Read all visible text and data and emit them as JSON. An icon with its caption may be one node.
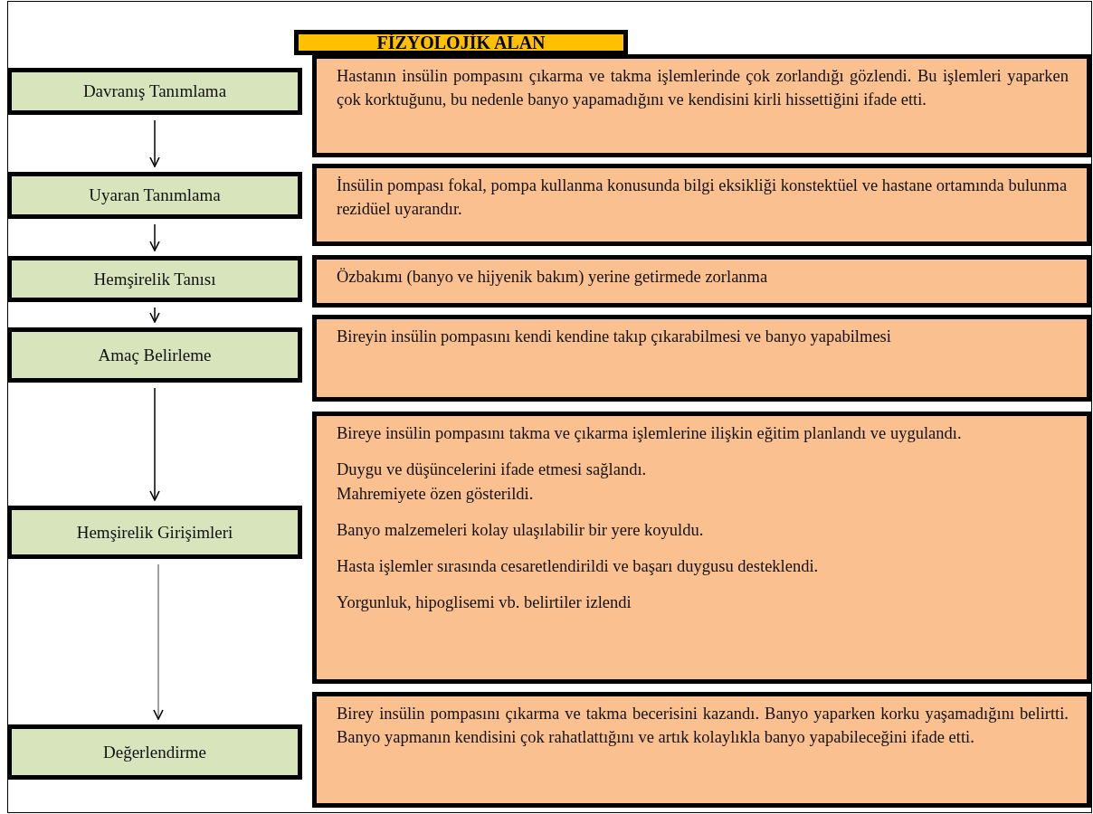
{
  "diagram": {
    "nodes": [
      {
        "text": [
          "FİZYOLOJİK ALAN"
        ]
      },
      {
        "text": [
          "Davranış Tanımlama"
        ]
      },
      {
        "text": [
          "Hastanın insülin pompasını çıkarma ve takma işlemlerinde çok zorlandığı gözlendi. Bu işlemleri yaparken çok korktuğunu, bu nedenle banyo yapamadığını ve kendisini kirli hissettiğini ifade etti."
        ]
      },
      {
        "text": [
          "Uyaran Tanımlama"
        ]
      },
      {
        "text": [
          "İnsülin pompası fokal, pompa kullanma konusunda bilgi eksikliği konstektüel ve hastane ortamında bulunma rezidüel uyarandır."
        ]
      },
      {
        "text": [
          "Hemşirelik Tanısı"
        ]
      },
      {
        "text": [
          "Özbakımı (banyo ve hijyenik bakım) yerine getirmede zorlanma"
        ]
      },
      {
        "text": [
          "Amaç Belirleme"
        ]
      },
      {
        "text": [
          "Bireyin insülin pompasını kendi kendine takıp çıkarabilmesi ve banyo yapabilmesi"
        ]
      },
      {
        "text": [
          "Hemşirelik Girişimleri"
        ]
      },
      {
        "text": [
          "Bireye insülin pompasını takma ve çıkarma işlemlerine ilişkin eğitim planlandı ve uygulandı.",
          "Duygu ve düşüncelerini ifade etmesi sağlandı.",
          "Mahremiyete özen gösterildi.",
          "Banyo malzemeleri kolay ulaşılabilir bir yere koyuldu.",
          "Hasta işlemler sırasında cesaretlendirildi ve başarı duygusu desteklendi.",
          "Yorgunluk, hipoglisemi vb. belirtiler izlendi"
        ]
      },
      {
        "text": [
          "Değerlendirme"
        ]
      },
      {
        "text": [
          "Birey insülin pompasını çıkarma ve takma becerisini kazandı. Banyo yaparken korku yaşamadığını belirtti. Banyo yapmanın kendisini çok rahatlattığını ve artık kolaylıkla banyo yapabileceğini ifade etti."
        ]
      }
    ],
    "edges": [
      {
        "from": 1,
        "to": 3,
        "arrow": "to"
      },
      {
        "from": 3,
        "to": 5,
        "arrow": "to"
      },
      {
        "from": 5,
        "to": 7,
        "arrow": "to"
      },
      {
        "from": 7,
        "to": 9,
        "arrow": "to"
      },
      {
        "from": 9,
        "to": 11,
        "arrow": "to",
        "color": "#808080"
      }
    ]
  }
}
